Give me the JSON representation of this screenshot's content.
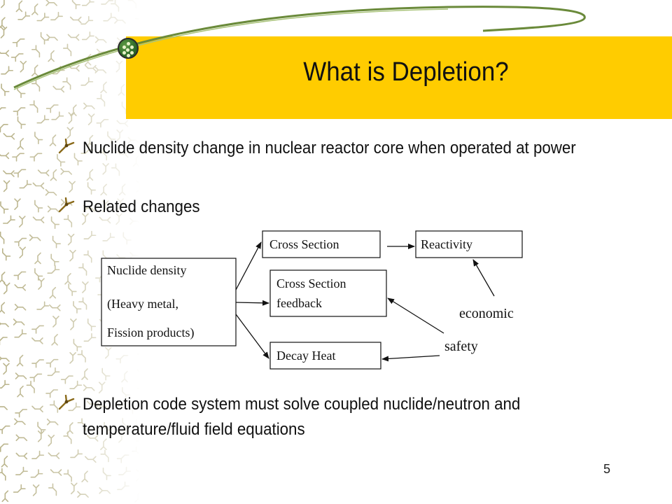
{
  "slide": {
    "title": "What is Depletion?",
    "page_number": "5",
    "bullets": [
      {
        "text": "Nuclide density change in nuclear reactor core when operated at power"
      },
      {
        "text": "Related changes"
      },
      {
        "text": "Depletion code system must solve coupled nuclide/neutron and temperature/fluid field equations"
      }
    ]
  },
  "diagram": {
    "nuclide_box": {
      "line1": "Nuclide density",
      "line2": "(Heavy metal,",
      "line3": "Fission products)"
    },
    "cross_section": "Cross Section",
    "reactivity": "Reactivity",
    "cross_section_feedback": {
      "line1": "Cross Section",
      "line2": "feedback"
    },
    "decay_heat": "Decay Heat",
    "label_economic": "economic",
    "label_safety": "safety"
  },
  "colors": {
    "title_band": "#FFCC00",
    "pattern": "#b9b38a",
    "bullet_icon": "#8a6a1a"
  }
}
